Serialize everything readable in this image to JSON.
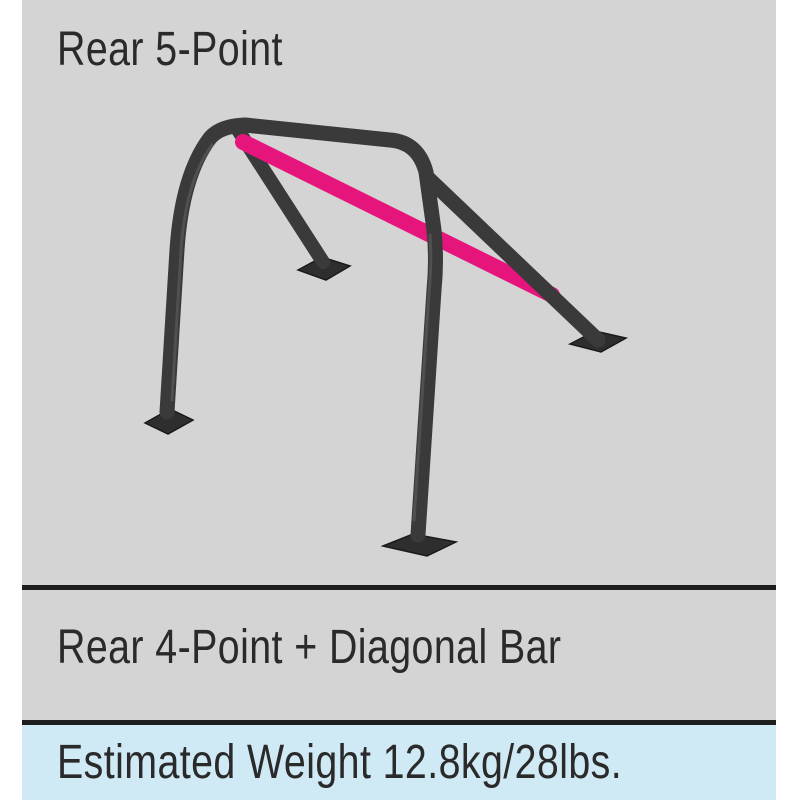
{
  "header": {
    "title": "Rear 5-Point"
  },
  "figure": {
    "icon": "roll-cage-illustration",
    "cage_color": "#3a3a3a",
    "highlight_color": "#e6157c",
    "plate_color": "#2e2e2e"
  },
  "option": {
    "label": "Rear 4-Point + Diagonal Bar"
  },
  "footer": {
    "weight_text": "Estimated Weight 12.8kg/28lbs.",
    "background": "#cfe9f5"
  }
}
